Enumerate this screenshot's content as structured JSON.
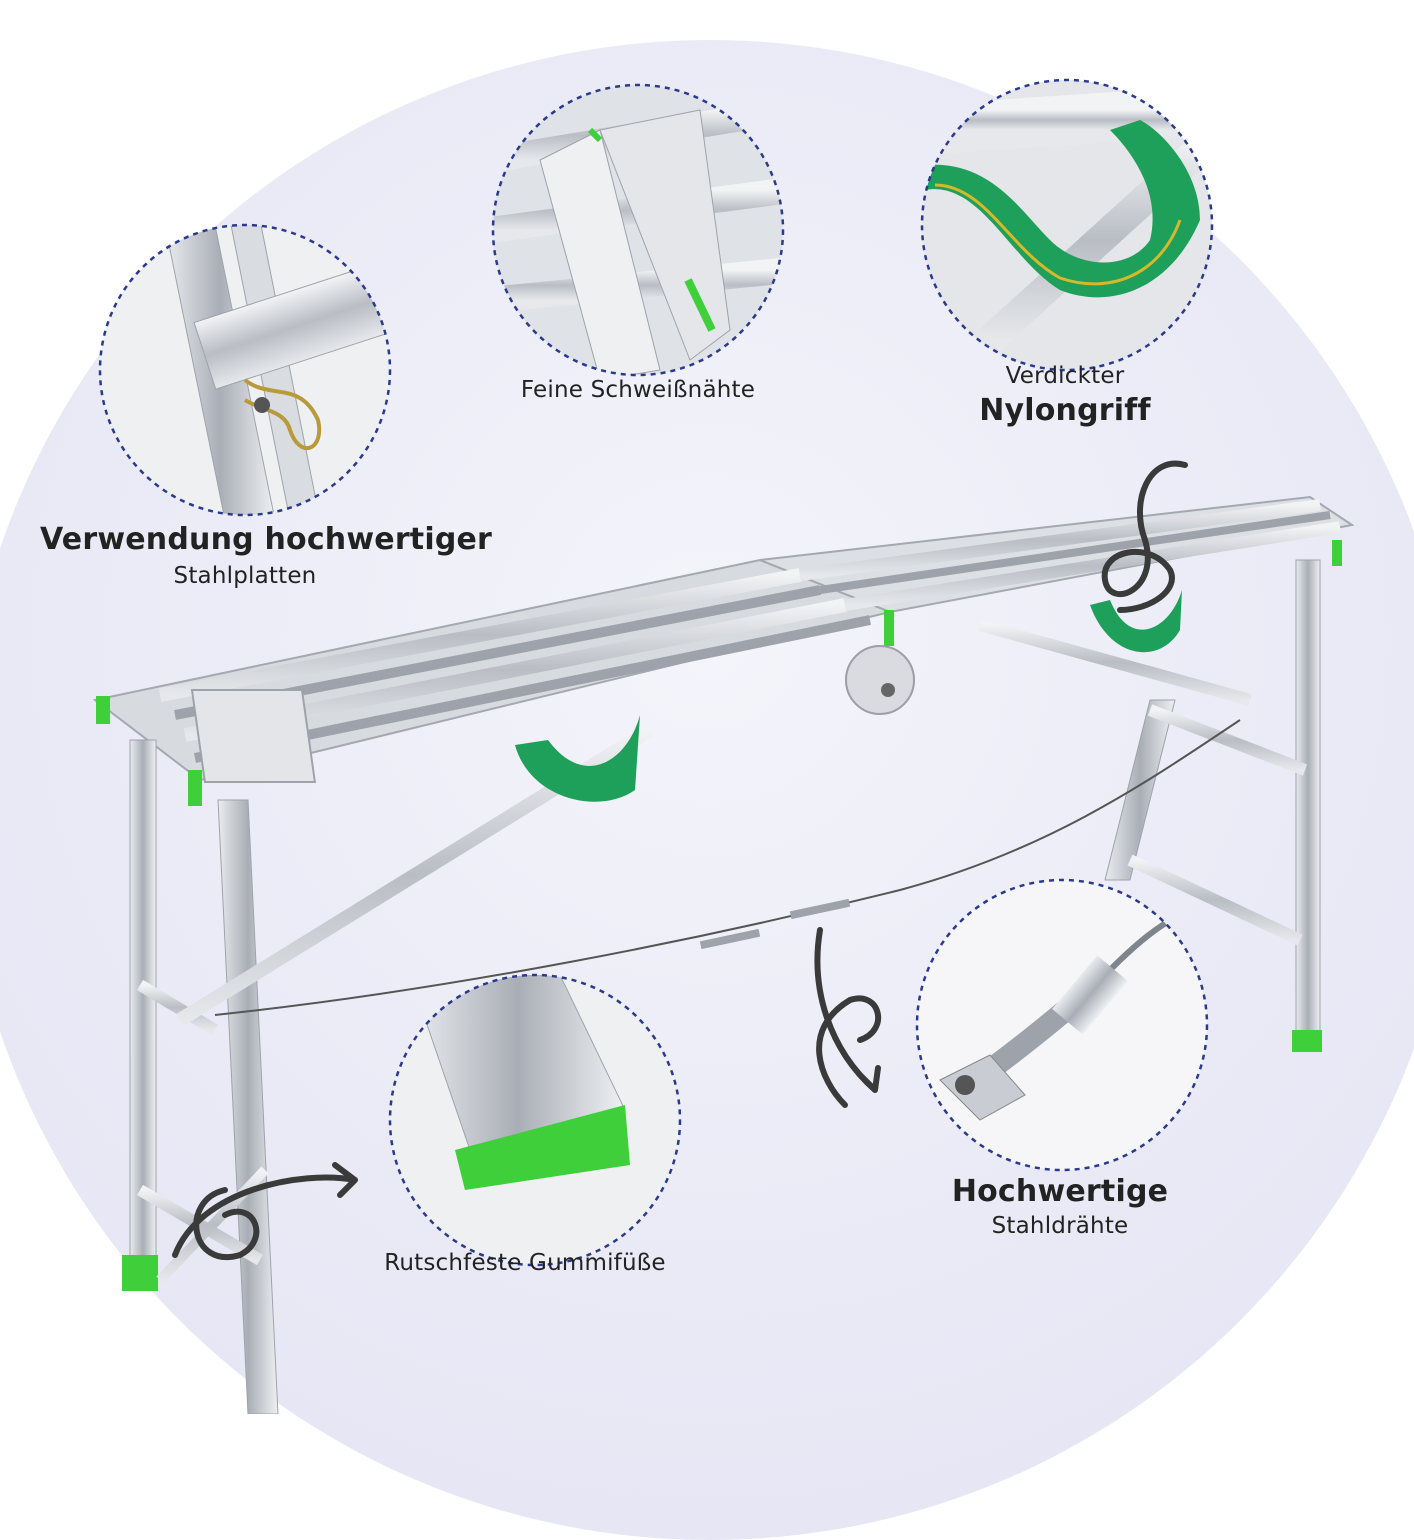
{
  "callouts": {
    "steel_plates": {
      "line1": "Verwendung hochwertiger",
      "line2": "Stahlplatten"
    },
    "welds": {
      "line1": "Feine Schweißnähte"
    },
    "nylon_handle": {
      "line1": "Verdickter",
      "line2": "Nylongriff"
    },
    "rubber_feet": {
      "line1": "Rutschfeste Gummifüße"
    },
    "steel_wires": {
      "line1": "Hochwertige",
      "line2": "Stahldrähte"
    }
  },
  "colors": {
    "accent_green": "#3ecf3a",
    "strap_green": "#1e9f5a",
    "strap_stripe": "#d6b92a",
    "circle_dash": "#2a3a8c",
    "steel": "#c9ccd2",
    "background_halo": "#e6e6f4"
  },
  "icons": [
    "dashed-circle-detail-icon",
    "curly-arrow-icon"
  ]
}
